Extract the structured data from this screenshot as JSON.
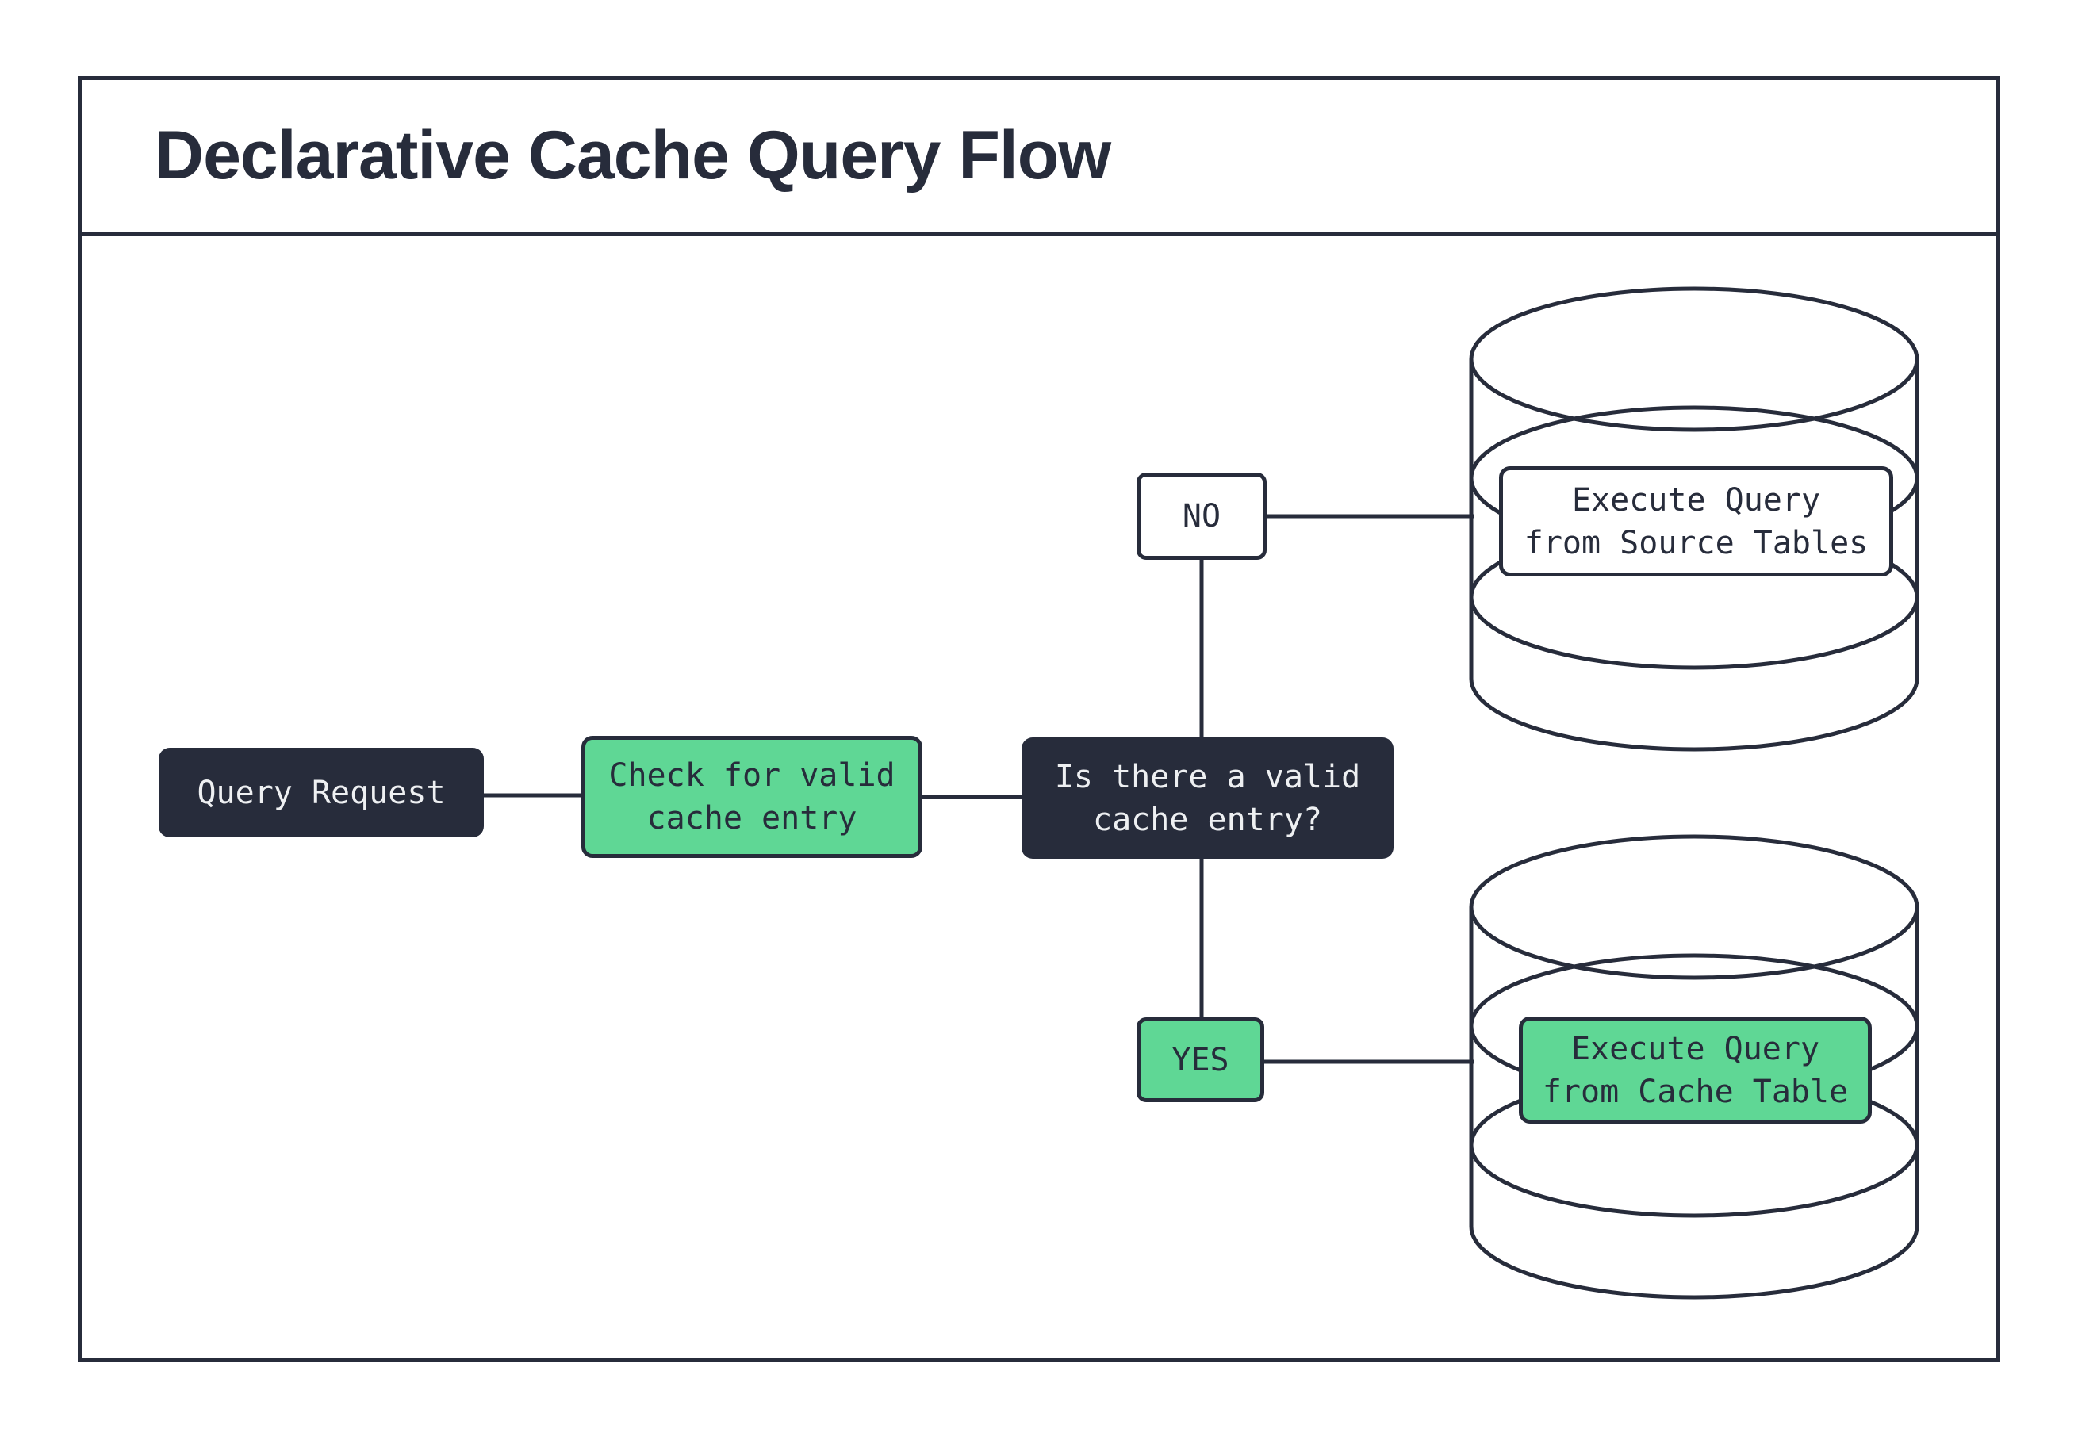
{
  "title": "Declarative Cache Query Flow",
  "colors": {
    "ink": "#272c3b",
    "accent_green": "#5fd795",
    "paper": "#ffffff",
    "light_text": "#eef0f2"
  },
  "nodes": {
    "query_request": {
      "label": "Query Request"
    },
    "check_cache": {
      "label": "Check for valid\ncache entry"
    },
    "decision": {
      "label": "Is there a valid\ncache entry?"
    },
    "no_branch": {
      "label": "NO"
    },
    "yes_branch": {
      "label": "YES"
    },
    "source_db": {
      "label": "Execute Query\nfrom Source Tables"
    },
    "cache_db": {
      "label": "Execute Query\nfrom Cache Table"
    }
  }
}
